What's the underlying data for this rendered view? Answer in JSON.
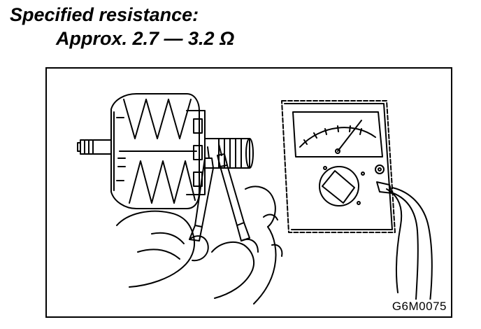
{
  "heading": {
    "line1": "Specified resistance:",
    "line2": "Approx. 2.7 — 3.2 Ω"
  },
  "figure": {
    "code": "G6M0075",
    "ink_color": "#000000",
    "paper_color": "#ffffff"
  }
}
